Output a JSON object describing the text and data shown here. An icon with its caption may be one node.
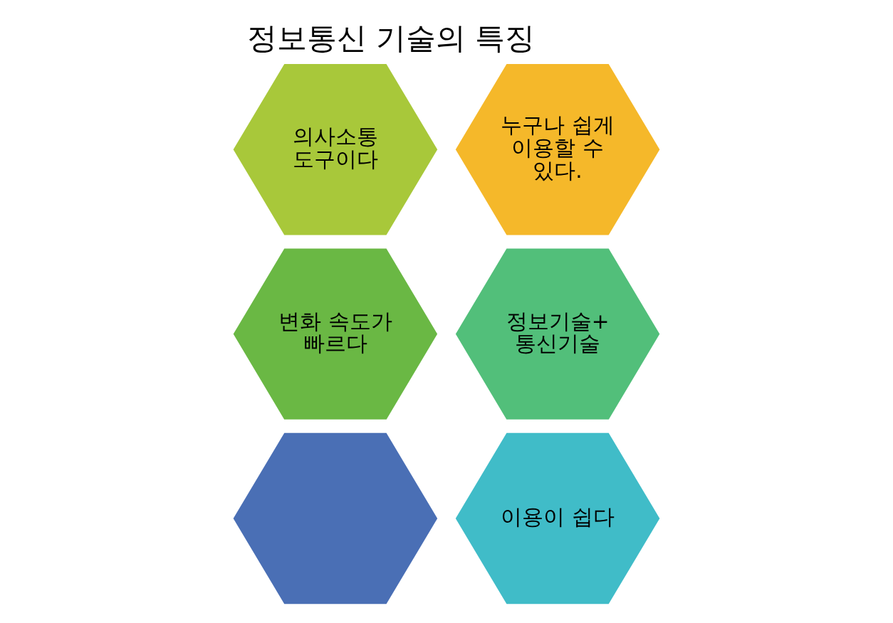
{
  "diagram": {
    "title": "정보통신 기술의 특징",
    "nodes": [
      {
        "text": [
          "의사소통 도구이다"
        ]
      },
      {
        "text": [
          "누구나 쉽게 이용할 수 있다."
        ]
      },
      {
        "text": [
          "변화 속도가 빠르다"
        ]
      },
      {
        "text": [
          "정보기술+ 통신기술"
        ]
      },
      {
        "text": [],
        "shape": "hexagon"
      },
      {
        "text": [
          "이용이 쉽다"
        ]
      }
    ]
  }
}
